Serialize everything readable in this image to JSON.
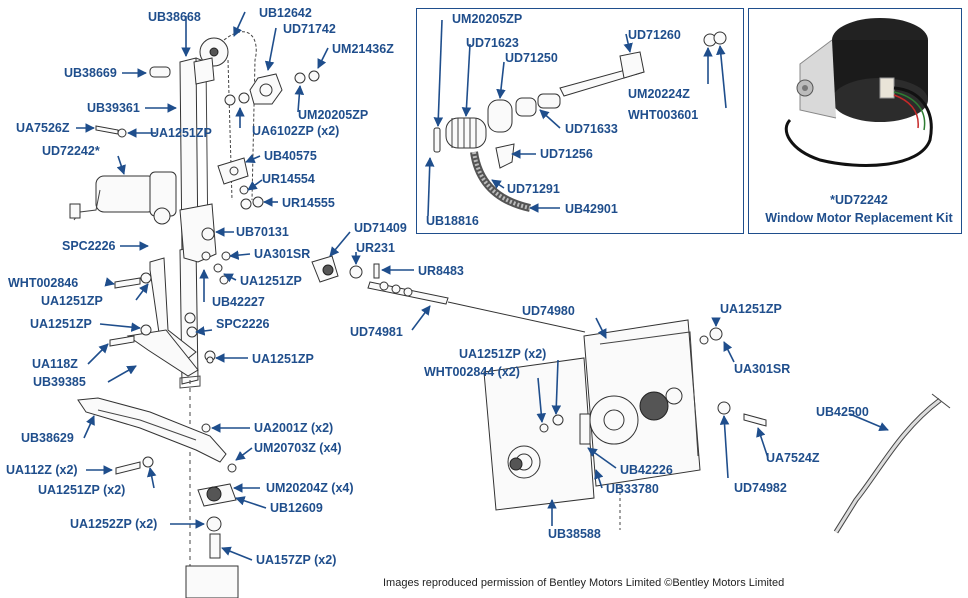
{
  "diagram": {
    "left_group": {
      "labels": {
        "ub38668": "UB38668",
        "ub12642": "UB12642",
        "ud71742": "UD71742",
        "um21436z": "UM21436Z",
        "ub38669": "UB38669",
        "um20205zp_left": "UM20205ZP",
        "ub39361": "UB39361",
        "ua7526z": "UA7526Z",
        "ua1251zp_1": "UA1251ZP",
        "ua6102zp": "UA6102ZP (x2)",
        "ud72242_star": "UD72242*",
        "ub40575": "UB40575",
        "ur14554": "UR14554",
        "ur14555": "UR14555",
        "ub70131": "UB70131",
        "spc2226_1": "SPC2226",
        "ua301sr_left": "UA301SR",
        "wht002846": "WHT002846",
        "ua1251zp_2": "UA1251ZP",
        "ua1251zp_3": "UA1251ZP",
        "ub42227": "UB42227",
        "ua1251zp_4": "UA1251ZP",
        "spc2226_2": "SPC2226",
        "ua118z": "UA118Z",
        "ua1251zp_5": "UA1251ZP",
        "ub39385": "UB39385",
        "ub38629": "UB38629",
        "ua2001z": "UA2001Z (x2)",
        "um20703z": "UM20703Z (x4)",
        "ua112z": "UA112Z (x2)",
        "ua1251zp_x2": "UA1251ZP (x2)",
        "um20204z": "UM20204Z (x4)",
        "ub12609": "UB12609",
        "ua1252zp": "UA1252ZP (x2)",
        "ua157zp": "UA157ZP (x2)"
      }
    },
    "center_group": {
      "labels": {
        "ud71409": "UD71409",
        "ur231": "UR231",
        "ur8483": "UR8483",
        "ud74981": "UD74981"
      }
    },
    "inset_group": {
      "labels": {
        "um20205zp_inset": "UM20205ZP",
        "ud71623": "UD71623",
        "ud71250": "UD71250",
        "ud71260": "UD71260",
        "um20224z": "UM20224Z",
        "wht003601": "WHT003601",
        "ud71633": "UD71633",
        "ud71256": "UD71256",
        "ud71291": "UD71291",
        "ub42901": "UB42901",
        "ub18816": "UB18816"
      }
    },
    "gearbox_group": {
      "labels": {
        "ud74980": "UD74980",
        "ua1251zp_gb": "UA1251ZP",
        "ua1251zp_x2_gb": "UA1251ZP (x2)",
        "wht002844": "WHT002844 (x2)",
        "ua301sr_gb": "UA301SR",
        "ub42500": "UB42500",
        "ua7524z": "UA7524Z",
        "ub42226": "UB42226",
        "ud74982": "UD74982",
        "ub33780": "UB33780",
        "ub38588": "UB38588"
      }
    },
    "kit": {
      "part": "*UD72242",
      "title": "Window Motor Replacement Kit"
    },
    "footer": "Images reproduced permission of Bentley Motors Limited ©Bentley Motors Limited",
    "colors": {
      "label": "#1f4e8c",
      "leader": "#1f4e8c",
      "drawing": "#333333",
      "background": "#ffffff"
    }
  }
}
